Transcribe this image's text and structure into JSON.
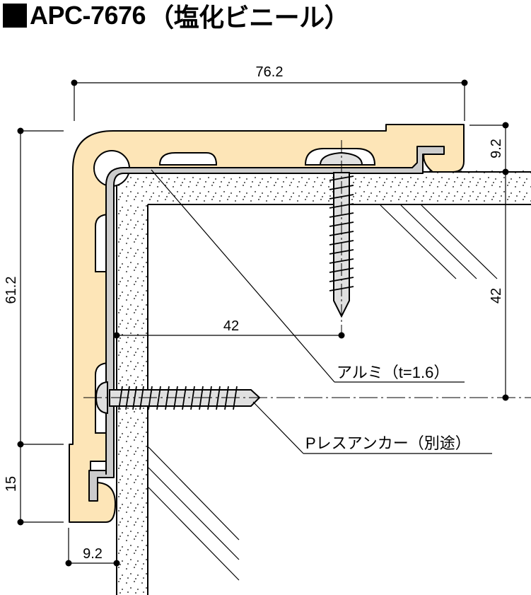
{
  "title": {
    "marker": "square-bullet",
    "model": "APC-7676",
    "material": "（塩化ビニール）"
  },
  "colors": {
    "vinyl_fill": "#fde5b7",
    "aluminum_fill": "#cccccc",
    "screw_fill": "#e0e0e0",
    "line": "#000000"
  },
  "dimensions": {
    "overall_width": "76.2",
    "overall_height": "61.2",
    "top_lip_height": "9.2",
    "bottom_lip_height": "15",
    "bottom_lip_width": "9.2",
    "screw_horizontal_offset": "42",
    "screw_vertical_offset": "42"
  },
  "labels": {
    "aluminum": "アルミ（t=1.6）",
    "anchor": "Pレスアンカー（別途）"
  }
}
